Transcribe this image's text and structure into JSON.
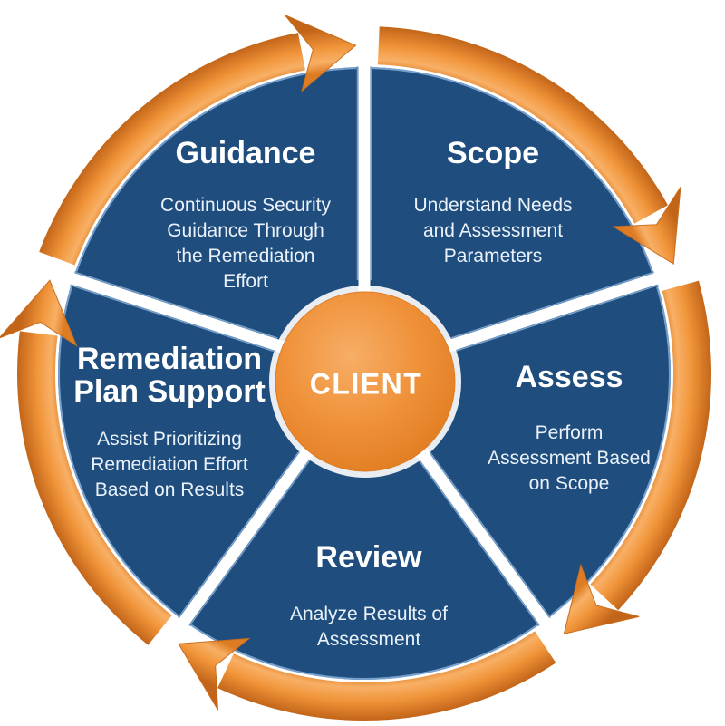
{
  "diagram": {
    "type": "process-cycle",
    "flow_direction": "clockwise",
    "segment_count": 5
  },
  "center": {
    "label": "CLIENT"
  },
  "segments": [
    {
      "id": "guidance",
      "title": "Guidance",
      "subtitle": "Continuous Security\nGuidance Through\nthe Remediation\nEffort"
    },
    {
      "id": "scope",
      "title": "Scope",
      "subtitle": "Understand Needs\nand Assessment\nParameters"
    },
    {
      "id": "assess",
      "title": "Assess",
      "subtitle": "Perform\nAssessment Based\non Scope"
    },
    {
      "id": "review",
      "title": "Review",
      "subtitle": "Analyze Results of\nAssessment"
    },
    {
      "id": "remediation-plan-support",
      "title": "Remediation\nPlan Support",
      "subtitle": "Assist Prioritizing\nRemediation Effort\nBased on Results"
    }
  ],
  "colors": {
    "background": "#FFFFFF",
    "wedge": "#1F4E7E",
    "wedge_edge": "#7FA9D6",
    "separator": "#FFFFFF",
    "separator_edge": "#85AED8",
    "arrow_inner": "#DD7C22",
    "arrow_light": "#F8B066",
    "arrow_mid": "#F09439",
    "arrow_dark": "#C36519",
    "arrow_head_stroke": "#C96D1E",
    "center_light": "#F7AE66",
    "center_mid": "#EF9038",
    "center_dark": "#DF7B20",
    "halo": "#FFFFFF",
    "title_text": "#FFFFFF",
    "subtitle_text": "#EAF1F9"
  }
}
